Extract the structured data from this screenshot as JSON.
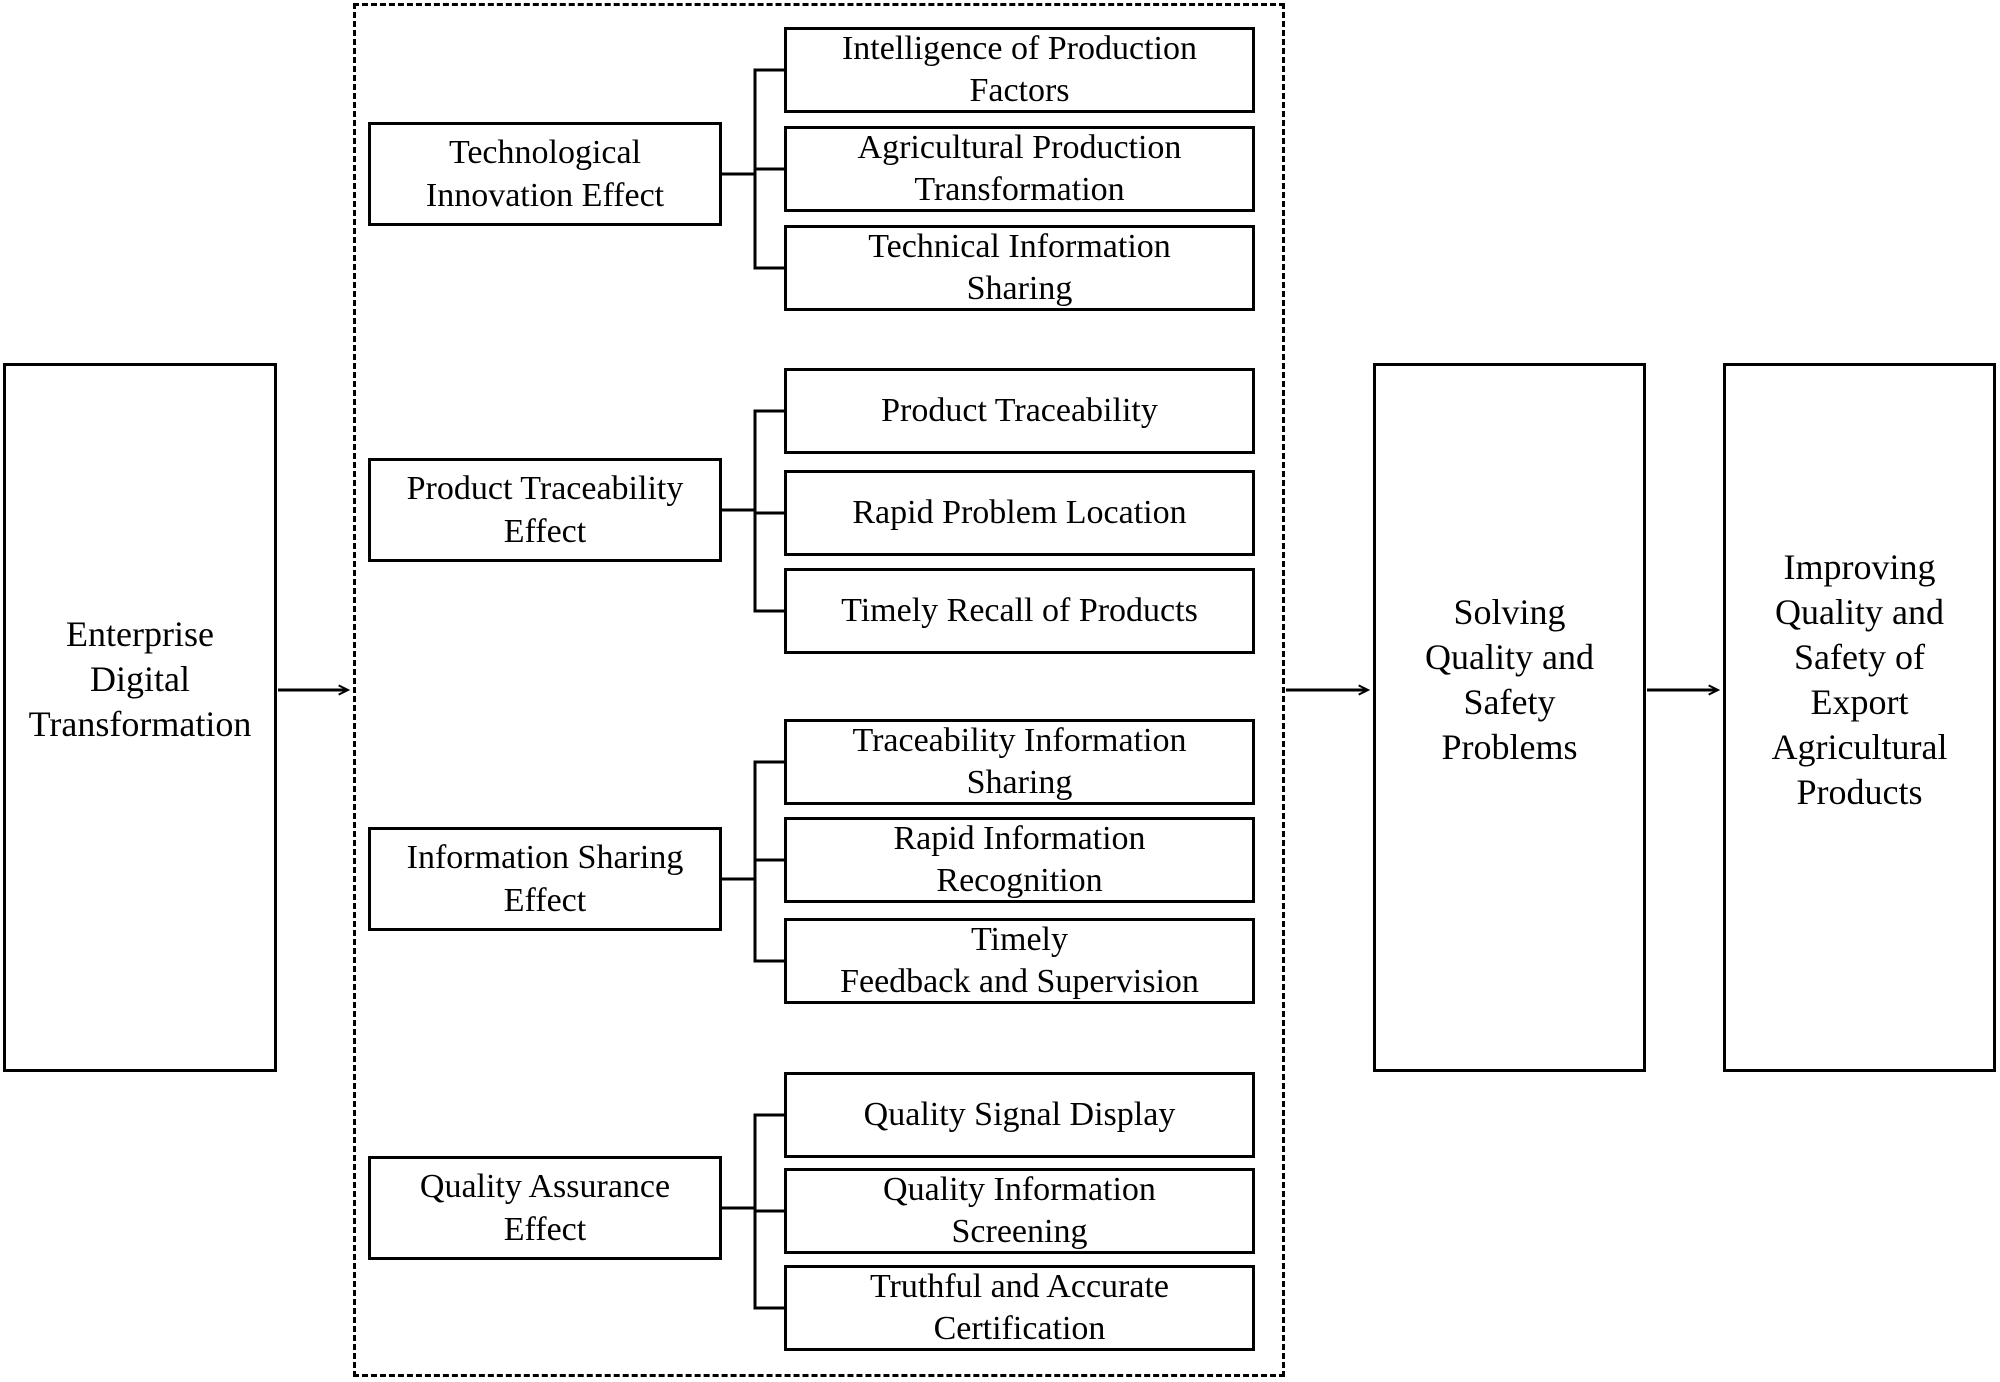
{
  "diagram": {
    "source_label": "Enterprise\nDigital\nTransformation",
    "groups": [
      {
        "effect": "Technological\nInnovation Effect",
        "items": [
          "Intelligence of Production\nFactors",
          "Agricultural  Production\nTransformation",
          "Technical Information\nSharing"
        ]
      },
      {
        "effect": "Product Traceability\nEffect",
        "items": [
          "Product Traceability",
          "Rapid Problem Location",
          "Timely Recall of Products"
        ]
      },
      {
        "effect": "Information Sharing\nEffect",
        "items": [
          "Traceability Information\nSharing",
          "Rapid Information\nRecognition",
          "Timely\nFeedback and Supervision"
        ]
      },
      {
        "effect": "Quality Assurance\nEffect",
        "items": [
          "Quality Signal Display",
          "Quality Information\nScreening",
          "Truthful and Accurate\nCertification"
        ]
      }
    ],
    "outcome_mid": "Solving\nQuality and\nSafety\nProblems",
    "outcome_final": "Improving\nQuality and\nSafety of\nExport\nAgricultural\nProducts",
    "colors": {
      "line": "#000000",
      "background": "#ffffff",
      "text": "#000000"
    }
  }
}
